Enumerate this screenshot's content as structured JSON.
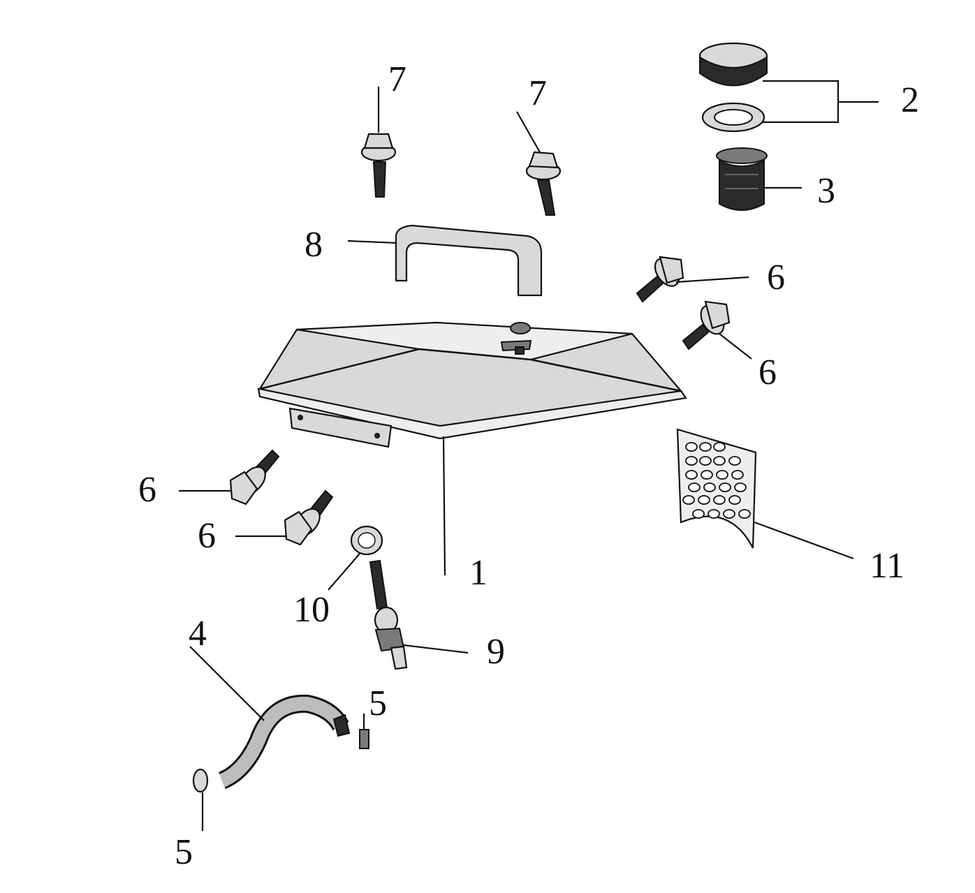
{
  "labels": {
    "l1": "1",
    "l2": "2",
    "l3": "3",
    "l4": "4",
    "l5a": "5",
    "l5b": "5",
    "l6a": "6",
    "l6b": "6",
    "l6c": "6",
    "l6d": "6",
    "l7a": "7",
    "l7b": "7",
    "l8": "8",
    "l9": "9",
    "l10": "10",
    "l11": "11"
  }
}
